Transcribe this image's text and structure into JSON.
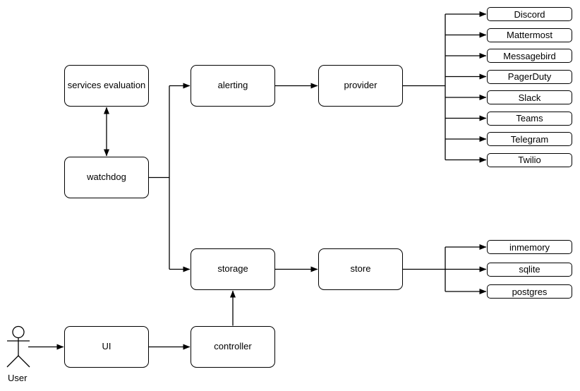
{
  "colors": {
    "stroke": "#000000",
    "node_fill": "#ffffff",
    "background": "#ffffff",
    "text": "#000000"
  },
  "nodes": {
    "services_evaluation": "services evaluation",
    "watchdog": "watchdog",
    "alerting": "alerting",
    "provider": "provider",
    "storage": "storage",
    "store": "store",
    "ui": "UI",
    "controller": "controller"
  },
  "providers": [
    "Discord",
    "Mattermost",
    "Messagebird",
    "PagerDuty",
    "Slack",
    "Teams",
    "Telegram",
    "Twilio"
  ],
  "stores": [
    "inmemory",
    "sqlite",
    "postgres"
  ],
  "actor": {
    "label": "User"
  },
  "edges": [
    {
      "from": "watchdog",
      "to": "services_evaluation",
      "direction": "bidirectional"
    },
    {
      "from": "watchdog",
      "to": [
        "alerting",
        "storage"
      ],
      "direction": "forward"
    },
    {
      "from": "alerting",
      "to": "provider",
      "direction": "forward"
    },
    {
      "from": "provider",
      "to": [
        "Discord",
        "Mattermost",
        "Messagebird",
        "PagerDuty",
        "Slack",
        "Teams",
        "Telegram",
        "Twilio"
      ],
      "direction": "forward"
    },
    {
      "from": "storage",
      "to": "store",
      "direction": "forward"
    },
    {
      "from": "store",
      "to": [
        "inmemory",
        "sqlite",
        "postgres"
      ],
      "direction": "forward"
    },
    {
      "from": "User",
      "to": "UI",
      "direction": "forward"
    },
    {
      "from": "UI",
      "to": "controller",
      "direction": "forward"
    },
    {
      "from": "controller",
      "to": "storage",
      "direction": "forward"
    }
  ]
}
